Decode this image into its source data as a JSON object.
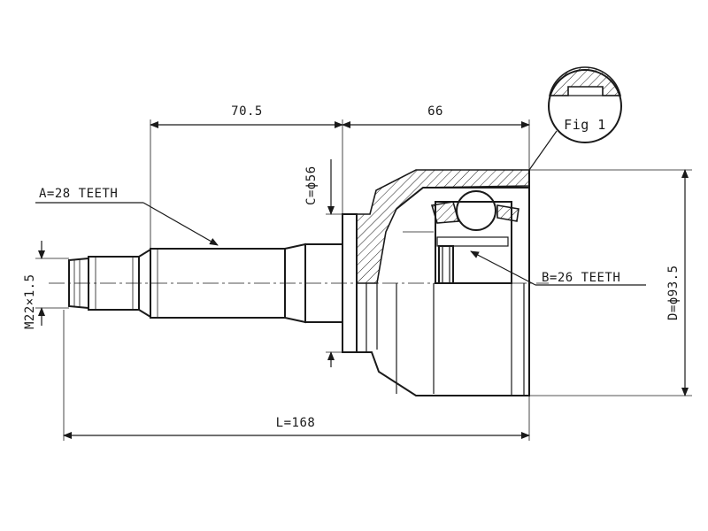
{
  "dimensions": {
    "length_a": "70.5",
    "length_b": "66",
    "total_length": "L=168",
    "outer_diameter": "D=ϕ93.5",
    "collar_diameter": "C=ϕ56",
    "thread": "M22×1.5"
  },
  "callouts": {
    "outer_spline": "A=28 TEETH",
    "inner_spline": "B=26 TEETH"
  },
  "figure_label": "Fig 1"
}
